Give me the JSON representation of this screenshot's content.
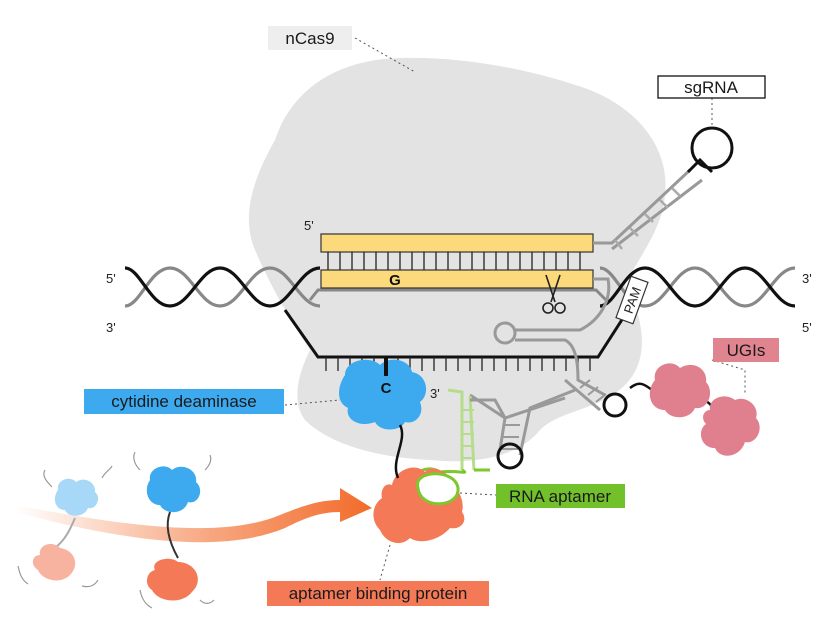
{
  "labels": {
    "ncas9": "nCas9",
    "sgrna": "sgRNA",
    "ugis": "UGIs",
    "cytidine_deaminase": "cytidine deaminase",
    "rna_aptamer": "RNA aptamer",
    "aptamer_binding_protein": "aptamer binding protein"
  },
  "strand_ends": {
    "guide_5": "5'",
    "dna_left_top": "5'",
    "dna_left_bottom": "3'",
    "dna_right_top": "3'",
    "dna_right_bottom": "5'",
    "aptamer_3": "3'"
  },
  "bases": {
    "target": "G",
    "edited": "C"
  },
  "pam": "PAM",
  "colors": {
    "ncas9_body": "#e3e3e3",
    "ncas9_label_bg": "#eeeeee",
    "guide_rna": "#fcd97a",
    "deaminase": "#3daaf0",
    "deaminase_faded": "#a8d8f8",
    "aptamer": "#7fc72e",
    "aptamer_label_bg": "#73c12a",
    "binding_protein": "#f47a57",
    "binding_protein_faded": "#f7b2a0",
    "ugi": "#e0808f",
    "ugi_label_bg": "#e08590",
    "arrow": "#f26b2a"
  }
}
